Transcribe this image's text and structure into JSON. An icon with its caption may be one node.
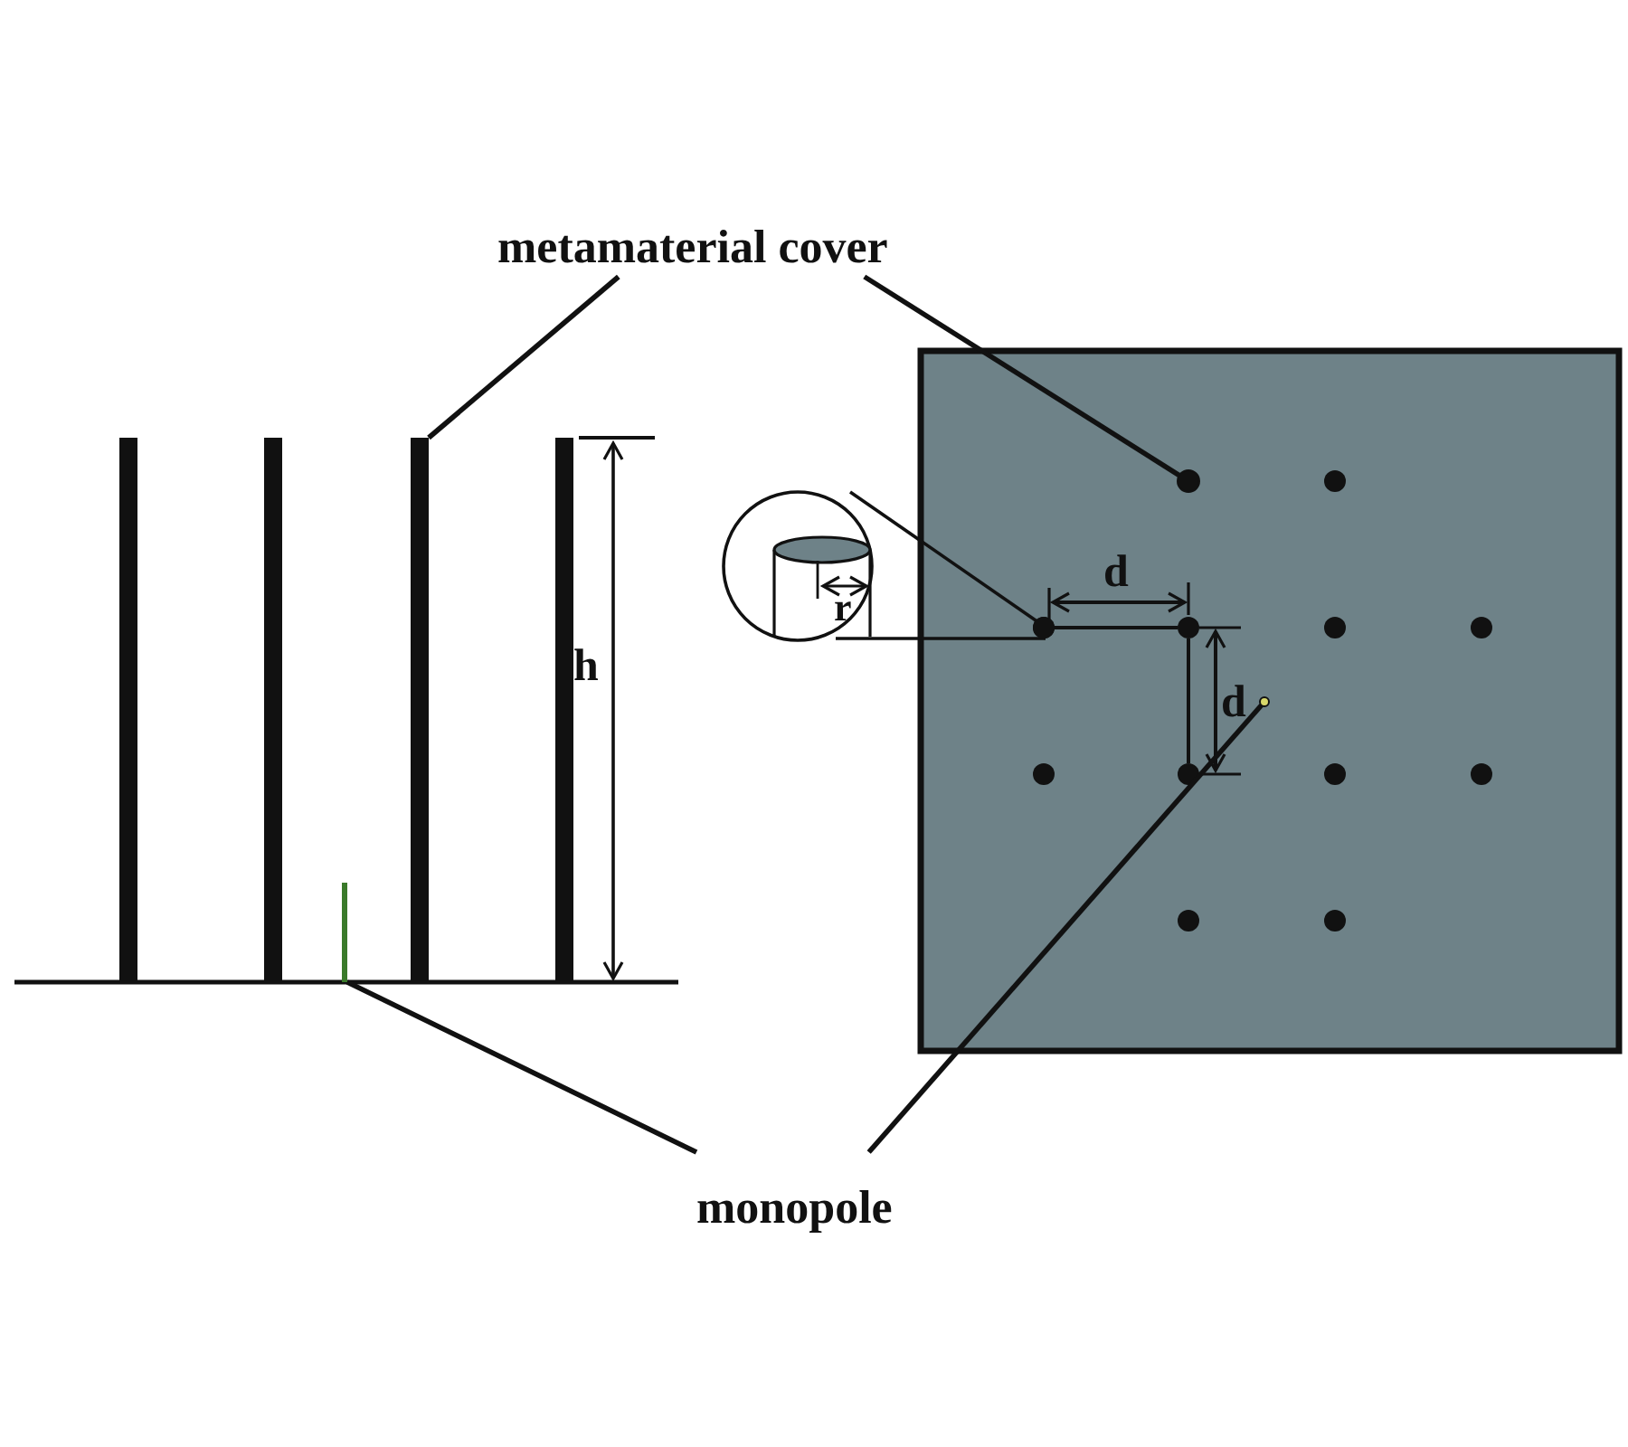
{
  "diagram": {
    "nodes": [
      {
        "text": [
          "metamaterial cover"
        ]
      },
      {
        "text": [],
        "shape": "bar"
      },
      {
        "text": [],
        "shape": "bar"
      },
      {
        "text": [],
        "shape": "bar"
      },
      {
        "text": [],
        "shape": "bar"
      },
      {
        "text": [],
        "shape": "circle"
      },
      {
        "text": [
          "monopole"
        ]
      },
      {
        "text": [],
        "shape": "bar"
      },
      {
        "text": [],
        "shape": "circle"
      }
    ],
    "edges": [
      {
        "from": 0,
        "to": 3,
        "arrow": "none"
      },
      {
        "from": 0,
        "to": 5,
        "arrow": "none"
      },
      {
        "from": 6,
        "to": 7,
        "arrow": "none"
      },
      {
        "from": 6,
        "to": 8,
        "arrow": "none"
      }
    ],
    "labels": [
      "h",
      "d",
      "d",
      "r"
    ]
  }
}
